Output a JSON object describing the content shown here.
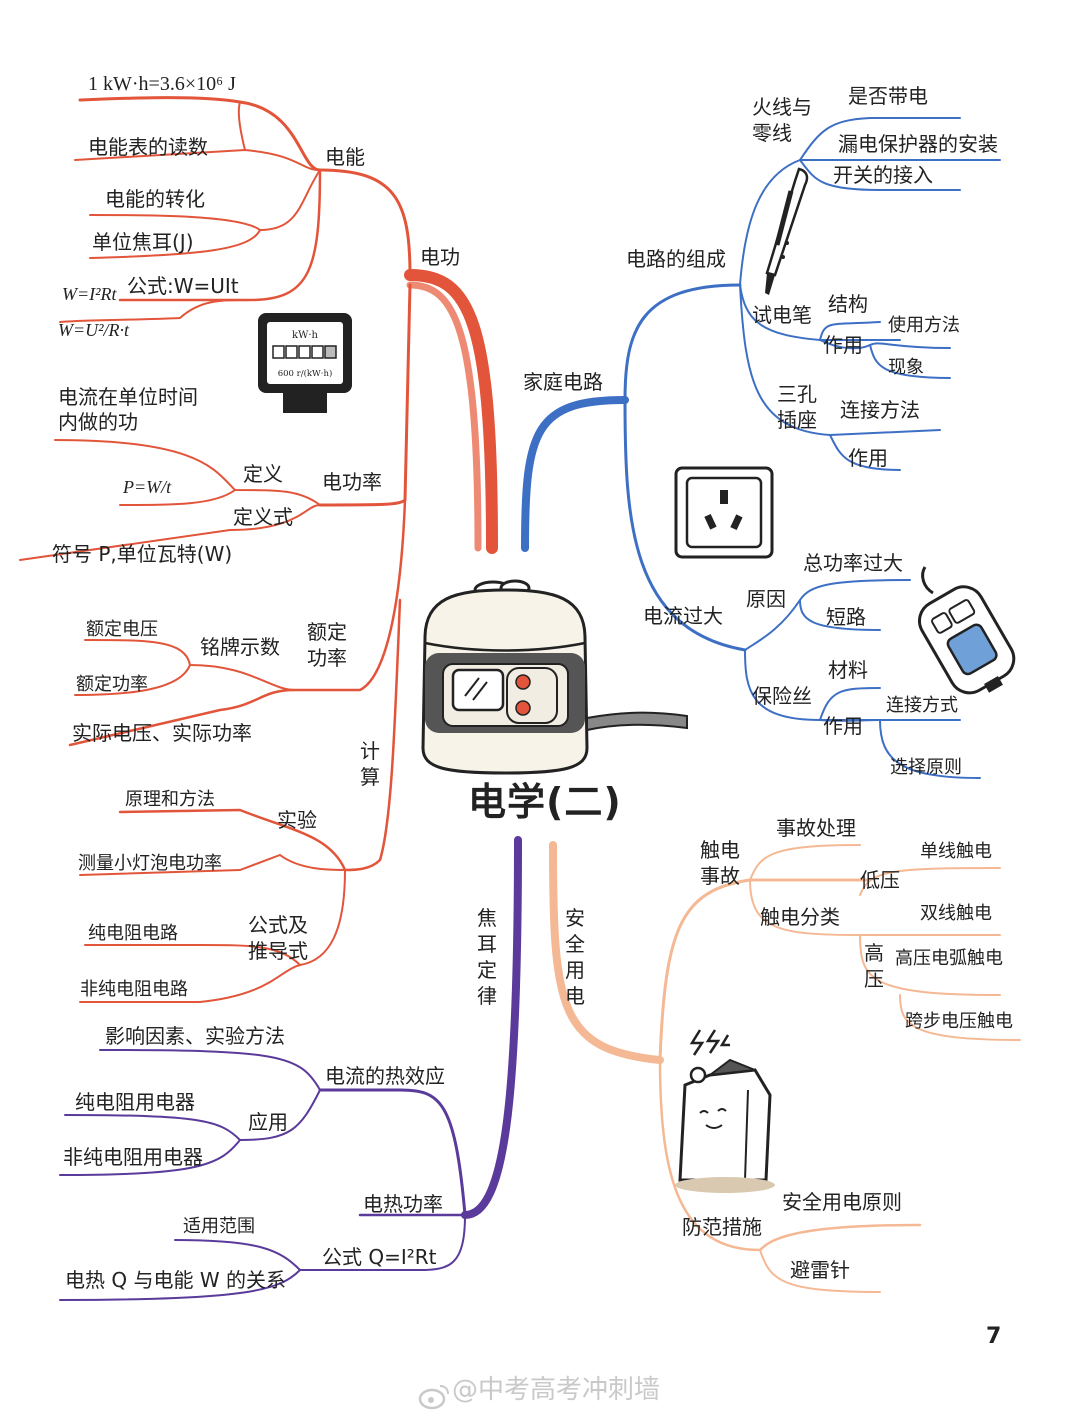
{
  "title": "电学(二)",
  "page_number": "7",
  "watermark": "@中考高考冲刺墙",
  "colors": {
    "electric_work": "#e2553a",
    "household": "#3d6fc4",
    "joule": "#5a3a9a",
    "safety": "#f5b894"
  },
  "icons": [
    "electric-meter-icon",
    "rice-cooker-icon",
    "test-pen-icon",
    "socket-icon",
    "power-strip-icon",
    "house-lightning-icon",
    "weibo-icon"
  ],
  "left": {
    "branch_work": "电功",
    "energy": {
      "label": "电能",
      "leaf1": "1 kW·h=3.6×10⁶ J",
      "leaf2": "电能表的读数",
      "leaf3": "电能的转化",
      "leaf4": "单位焦耳(J)",
      "formula": "公式:W=UIt",
      "formula_a": "W=I²Rt",
      "formula_b": "W=U²/R·t"
    },
    "meter": {
      "top": "kW·h",
      "bottom": "600 r/(kW·h)"
    },
    "power": {
      "label": "电功率",
      "desc1": "电流在单位时间",
      "desc2": "内做的功",
      "def": "定义",
      "def_formula": "定义式",
      "formula": "P=W/t",
      "symbol": "符号 P,单位瓦特(W)"
    },
    "rated": {
      "label1": "额定",
      "label2": "功率",
      "nameplate": "铭牌示数",
      "rv": "额定电压",
      "rp": "额定功率",
      "actual": "实际电压、实际功率"
    },
    "calc": "计算",
    "experiment": {
      "label": "实验",
      "a": "原理和方法",
      "b": "测量小灯泡电功率"
    },
    "derive": {
      "label1": "公式及",
      "label2": "推导式",
      "a": "纯电阻电路",
      "b": "非纯电阻电路"
    }
  },
  "joule": {
    "branch": "焦耳定律",
    "heat_effect": "电流的热效应",
    "factors": "影响因素、实验方法",
    "apply": "应用",
    "pure": "纯电阻用电器",
    "nonpure": "非纯电阻用电器",
    "power": "电热功率",
    "formula": "公式 Q=I²Rt",
    "scope": "适用范围",
    "relation": "电热 Q 与电能 W 的关系"
  },
  "household": {
    "branch": "家庭电路",
    "comp": "电路的组成",
    "live1": "火线与",
    "live2": "零线",
    "charged": "是否带电",
    "leak": "漏电保护器的安装",
    "switch": "开关的接入",
    "pen": "试电笔",
    "struct": "结构",
    "func": "作用",
    "usage": "使用方法",
    "phen": "现象",
    "three1": "三孔",
    "three2": "插座",
    "connect": "连接方法",
    "func2": "作用",
    "over": "电流过大",
    "cause": "原因",
    "overload": "总功率过大",
    "short": "短路",
    "fuse": "保险丝",
    "material": "材料",
    "func3": "作用",
    "conn2": "连接方式",
    "select": "选择原则"
  },
  "safety": {
    "branch": "安全用电",
    "accident1": "触电",
    "accident2": "事故",
    "handling": "事故处理",
    "classify": "触电分类",
    "low": "低压",
    "single": "单线触电",
    "double": "双线触电",
    "high": "高压",
    "arc": "高压电弧触电",
    "step": "跨步电压触电",
    "prevent": "防范措施",
    "principle": "安全用电原则",
    "rod": "避雷针"
  }
}
